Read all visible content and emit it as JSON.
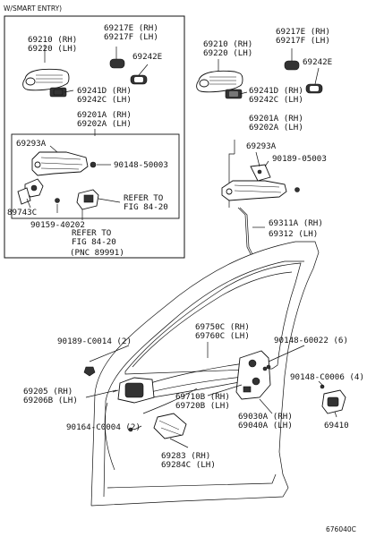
{
  "header": {
    "smart_entry": "W/SMART ENTRY)"
  },
  "footer": {
    "code": "676040C"
  },
  "labels": {
    "inset_69210": "69210 (RH)",
    "inset_69220": "69220 (LH)",
    "inset_69217E": "69217E (RH)",
    "inset_69217F": "69217F (LH)",
    "inset_69242E": "69242E",
    "inset_69241D": "69241D (RH)",
    "inset_69242C": "69242C (LH)",
    "inset_69201A": "69201A (RH)",
    "inset_69202A": "69202A (LH)",
    "inset_69293A": "69293A",
    "inset_90148": "90148-50003",
    "inset_89743C": "89743C",
    "inset_refer1a": "REFER TO",
    "inset_refer1b": "FIG 84-20",
    "inset_90159": "90159-40202",
    "inset_refer2a": "REFER TO",
    "inset_refer2b": "FIG 84-20",
    "inset_pnc": "(PNC 89991)",
    "r_69210": "69210 (RH)",
    "r_69220": "69220 (LH)",
    "r_69217E": "69217E (RH)",
    "r_69217F": "69217F (LH)",
    "r_69242E": "69242E",
    "r_69241D": "69241D (RH)",
    "r_69242C": "69242C (LH)",
    "r_69201A": "69201A (RH)",
    "r_69202A": "69202A (LH)",
    "r_69293A": "69293A",
    "r_90189": "90189-05003",
    "r_69311A": "69311A (RH)",
    "r_69312": "69312 (LH)",
    "b_69750C": "69750C (RH)",
    "b_69760C": "69760C (LH)",
    "b_90189": "90189-C0014 (2)",
    "b_90148_60022": "90148-60022 (6)",
    "b_90148_C0006": "90148-C0006 (4)",
    "b_69205": "69205 (RH)",
    "b_69206B": "69206B (LH)",
    "b_69710B": "69710B (RH)",
    "b_69720B": "69720B (LH)",
    "b_69030A": "69030A (RH)",
    "b_69040A": "69040A (LH)",
    "b_69410": "69410",
    "b_90164": "90164-C0004 (2)",
    "b_69283": "69283 (RH)",
    "b_69284C": "69284C (LH)"
  }
}
